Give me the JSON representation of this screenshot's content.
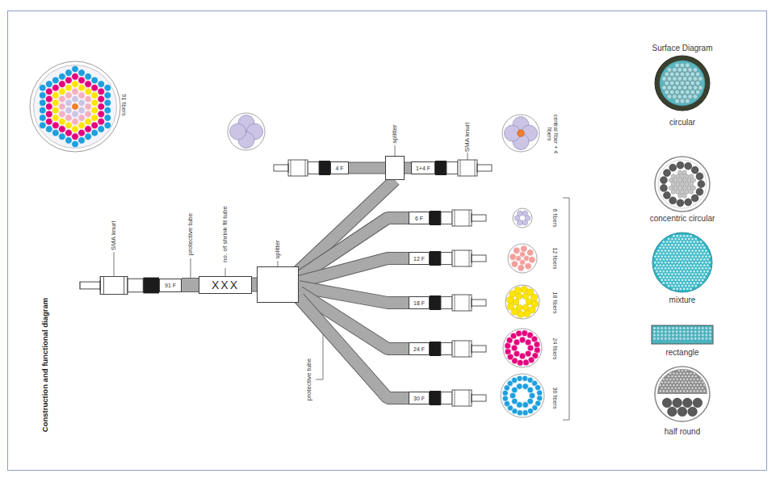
{
  "diagram": {
    "title": "Construction and functional diagram",
    "nodes": [
      {
        "text": [
          "91 F"
        ]
      },
      {
        "text": [
          "XXX"
        ]
      },
      {
        "text": [
          "splitter"
        ]
      },
      {
        "text": [
          "splitter"
        ]
      },
      {
        "text": [
          "4 F"
        ]
      },
      {
        "text": [
          "1+4 F"
        ]
      },
      {
        "text": [
          "6 F"
        ]
      },
      {
        "text": [
          "12 F"
        ]
      },
      {
        "text": [
          "18 F"
        ]
      },
      {
        "text": [
          "24 F"
        ]
      },
      {
        "text": [
          "30 F"
        ]
      }
    ],
    "edges": [
      {
        "from": 0,
        "to": 1,
        "arrow": "none"
      },
      {
        "from": 1,
        "to": 2,
        "arrow": "none"
      },
      {
        "from": 2,
        "to": 3,
        "arrow": "none"
      },
      {
        "from": 3,
        "to": 4,
        "arrow": "none"
      },
      {
        "from": 3,
        "to": 5,
        "arrow": "none"
      },
      {
        "from": 2,
        "to": 6,
        "arrow": "none"
      },
      {
        "from": 2,
        "to": 7,
        "arrow": "none"
      },
      {
        "from": 2,
        "to": 8,
        "arrow": "none"
      },
      {
        "from": 2,
        "to": 9,
        "arrow": "none"
      },
      {
        "from": 2,
        "to": 10,
        "arrow": "none"
      }
    ],
    "labels": [
      "91 fibers",
      "SMA knurl",
      "protective tube",
      "no. of shrink fit tube",
      "SMA knurl",
      "central fiber + 4 fibers",
      "6 fibers",
      "12 fibers",
      "18 fibers",
      "24 fibers",
      "30 fibers",
      "protective tube",
      "Surface Diagram",
      "circular",
      "concentric circular",
      "mixture",
      "rectangle",
      "half round"
    ]
  }
}
